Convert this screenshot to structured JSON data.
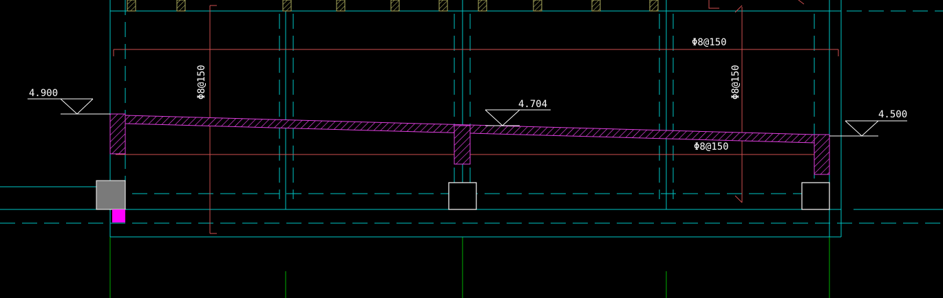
{
  "drawing": {
    "elevation_left": "4.900",
    "elevation_mid": "4.704",
    "elevation_right": "4.500",
    "rebar_top": "Φ8@150",
    "rebar_bottom": "Φ8@150",
    "rebar_left_vertical": "Φ8@150",
    "rebar_right_vertical": "Φ8@150"
  },
  "colors": {
    "background": "#000000",
    "axis": "#00c8c8",
    "dimension": "#d05050",
    "slab": "#e040e0",
    "text": "#ffffff",
    "grid": "#00b000",
    "post": "#b0b060"
  }
}
